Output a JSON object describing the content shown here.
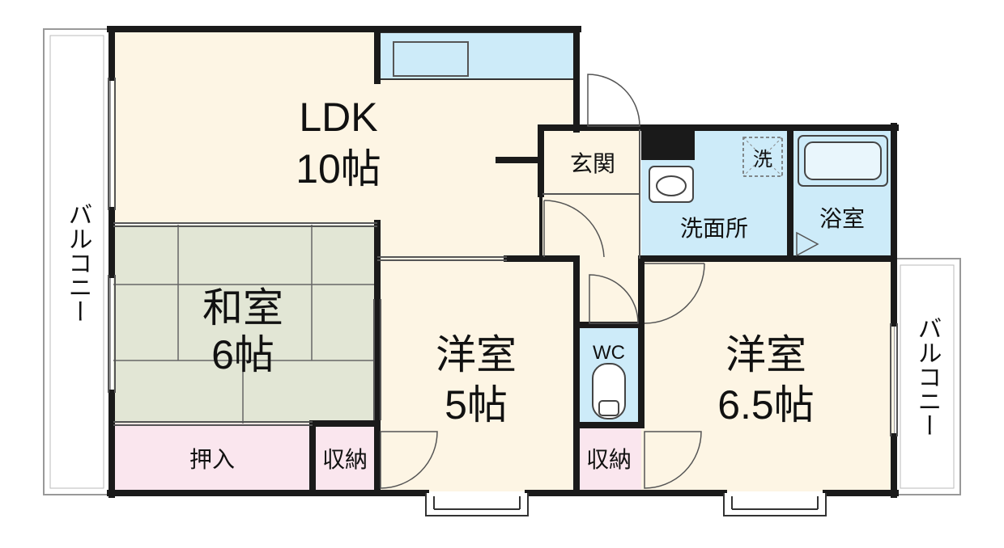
{
  "floorplan": {
    "colors": {
      "wall": "#1a1a1a",
      "ldk_floor": "#fdf5e4",
      "western_floor": "#fdf5e4",
      "tatami": "#e2e6d5",
      "water_area": "#cdebf9",
      "closet": "#fae6ee",
      "balcony": "#ffffff"
    },
    "rooms": {
      "ldk": {
        "name": "LDK",
        "size": "10帖"
      },
      "washitsu": {
        "name": "和室",
        "size": "6帖"
      },
      "yoshitsu_5": {
        "name": "洋室",
        "size": "5帖"
      },
      "yoshitsu_65": {
        "name": "洋室",
        "size": "6.5帖"
      },
      "genkan": {
        "name": "玄関"
      },
      "senmenjo": {
        "name": "洗面所"
      },
      "yokushitsu": {
        "name": "浴室"
      },
      "wc": {
        "name": "WC"
      },
      "oshiire": {
        "name": "押入"
      },
      "shuno_1": {
        "name": "収納"
      },
      "shuno_2": {
        "name": "収納"
      },
      "washer_mark": {
        "name": "洗"
      }
    },
    "balconies": {
      "left": {
        "name": "バルコニー"
      },
      "right": {
        "name": "バルコニー"
      }
    }
  }
}
